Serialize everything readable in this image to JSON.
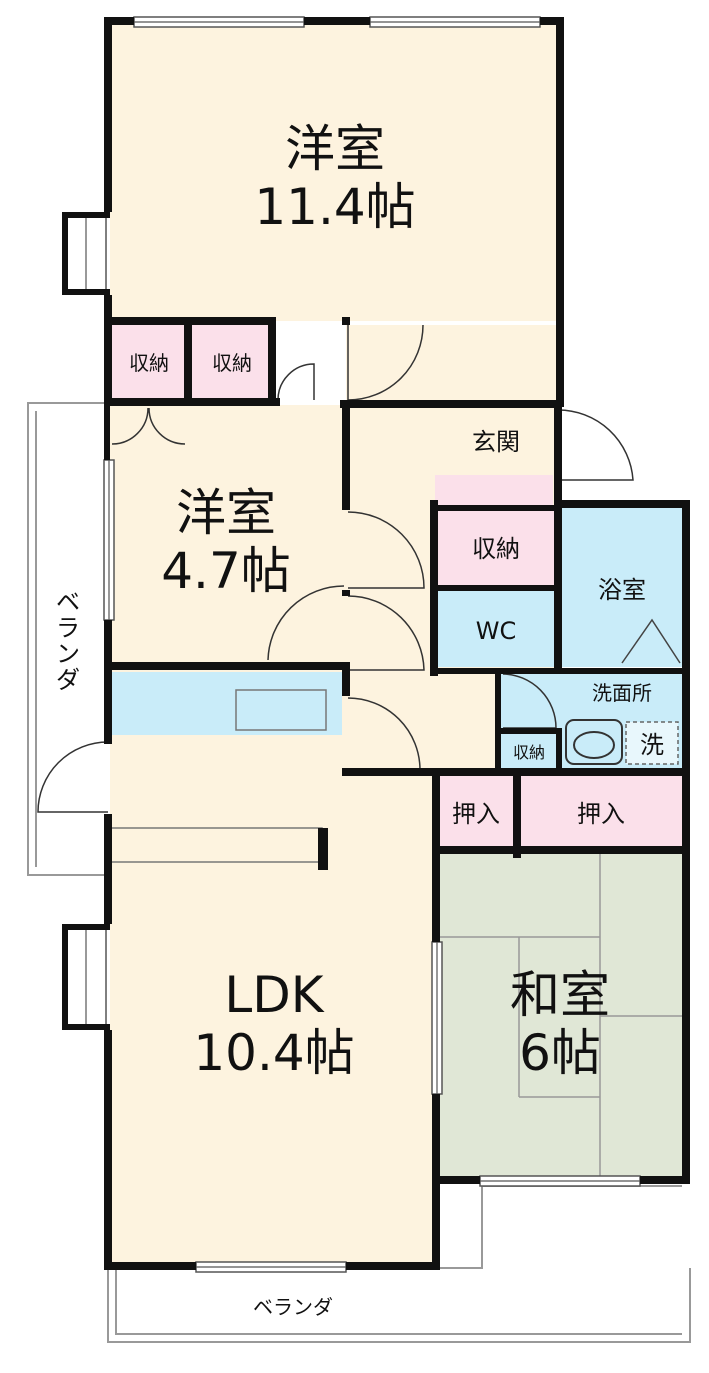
{
  "rooms": {
    "western_large": {
      "name": "洋室",
      "size": "11.4帖"
    },
    "western_small": {
      "name": "洋室",
      "size": "4.7帖"
    },
    "ldk": {
      "name": "LDK",
      "size": "10.4帖"
    },
    "japanese": {
      "name": "和室",
      "size": "6帖"
    }
  },
  "labels": {
    "storage": "収納",
    "entrance": "玄関",
    "bath": "浴室",
    "wc": "WC",
    "washroom": "洗面所",
    "washer": "洗",
    "closet": "押入",
    "balcony": "ベランダ",
    "balcony_vertical": [
      "ベ",
      "ラ",
      "ン",
      "ダ"
    ]
  },
  "colors": {
    "room_beige": "#fdf3df",
    "storage_pink": "#fbe0ea",
    "wet_blue": "#c9ecf9",
    "tatami_green": "#e0e7d6",
    "wall": "#111111"
  }
}
